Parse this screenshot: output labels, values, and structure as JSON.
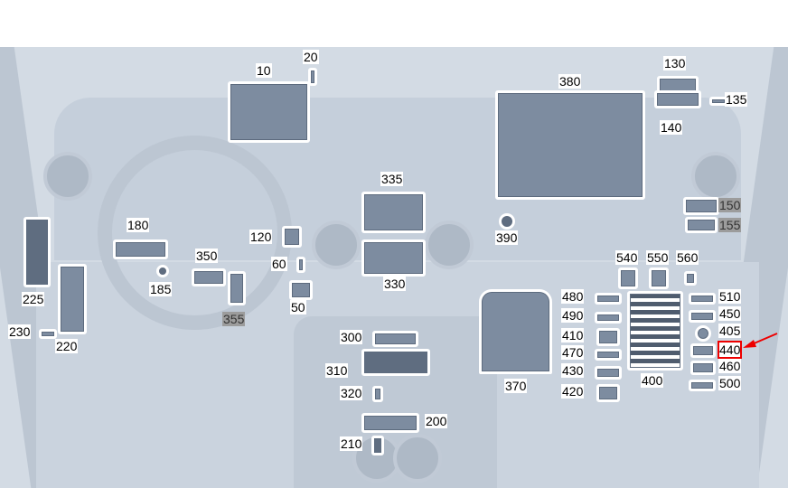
{
  "labels": {
    "l10": "10",
    "l20": "20",
    "l130": "130",
    "l135": "135",
    "l140": "140",
    "l380": "380",
    "l335": "335",
    "l390": "390",
    "l150": "150",
    "l155": "155",
    "l180": "180",
    "l120": "120",
    "l350": "350",
    "l60": "60",
    "l185": "185",
    "l330": "330",
    "l50": "50",
    "l355": "355",
    "l225": "225",
    "l230": "230",
    "l220": "220",
    "l540": "540",
    "l550": "550",
    "l560": "560",
    "l480": "480",
    "l490": "490",
    "l410": "410",
    "l470": "470",
    "l430": "430",
    "l420": "420",
    "l510": "510",
    "l450": "450",
    "l405": "405",
    "l440": "440",
    "l460": "460",
    "l500": "500",
    "l400": "400",
    "l370": "370",
    "l300": "300",
    "l310": "310",
    "l320": "320",
    "l200": "200",
    "l210": "210"
  },
  "highlight": {
    "label": "440",
    "color": "#ee0000"
  },
  "colors": {
    "part": "#7d8ca0",
    "background": "#d3dbe4",
    "grey_label": "#9c9c9c"
  }
}
